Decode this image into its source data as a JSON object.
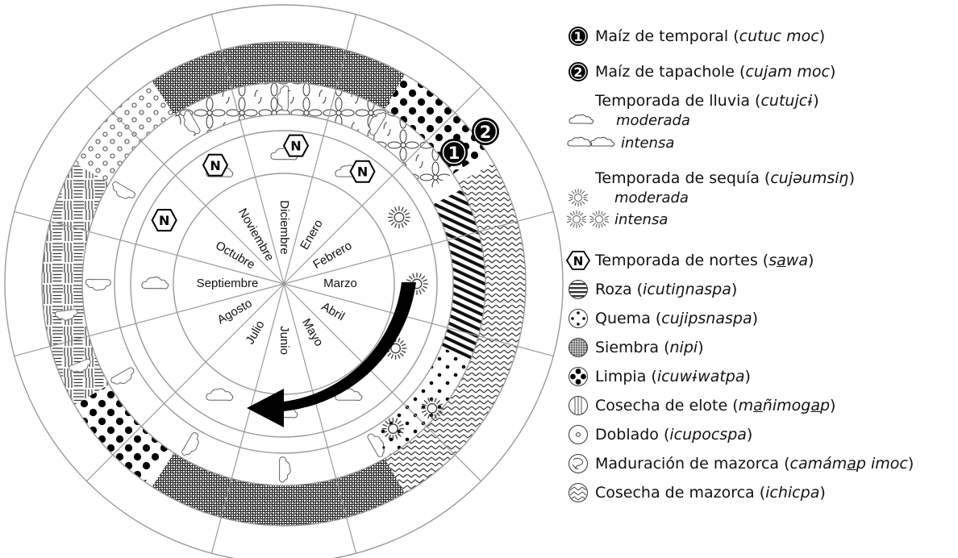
{
  "months": [
    "Enero",
    "Febrero",
    "Marzo",
    "Abril",
    "Mayo",
    "Junio",
    "Julio",
    "Agosto",
    "Septiembre",
    "Octubre",
    "Noviembre",
    "Diciembre"
  ],
  "north_marker": "N",
  "number_markers": [
    "1",
    "2"
  ],
  "legend": {
    "maiz_temporal": {
      "number": "1",
      "name": "Maíz de temporal",
      "term": "cutuc moc"
    },
    "maiz_tapachole": {
      "number": "2",
      "name": "Maíz de tapachole",
      "term": "cujam moc"
    },
    "lluvia": {
      "name": "Temporada de lluvia",
      "term": "cutujcɨ",
      "moderate": "moderada",
      "intense": "intensa"
    },
    "sequia": {
      "name": "Temporada de sequía",
      "term": "cujəumsiŋ",
      "moderate": "moderada",
      "intense": "intensa"
    },
    "nortes": {
      "name": "Temporada de nortes",
      "term_pre": "s",
      "term_u": "a",
      "term_post": "wa"
    },
    "roza": {
      "name": "Roza",
      "term": "icutiŋnaspa"
    },
    "quema": {
      "name": "Quema",
      "term": "cujipsnaspa"
    },
    "siembra": {
      "name": "Siembra",
      "term": "nipi"
    },
    "limpia": {
      "name": "Limpia",
      "term": "icuwɨwatpa"
    },
    "cosecha_elote": {
      "name": "Cosecha de elote",
      "t1": "m",
      "t2": "a",
      "t3": "ñimog",
      "t4": "a",
      "t5": "p"
    },
    "doblado": {
      "name": "Doblado",
      "term": "icupocspa"
    },
    "maduracion": {
      "name": "Maduración de mazorca",
      "t1": "camám",
      "t2": "a",
      "t3": "p imoc"
    },
    "cosecha_mazorca": {
      "name": "Cosecha de mazorca",
      "term": "ichicpa"
    }
  },
  "colors": {
    "line": "#9a9a9a",
    "ink": "#111111",
    "arrow": "#000000"
  }
}
